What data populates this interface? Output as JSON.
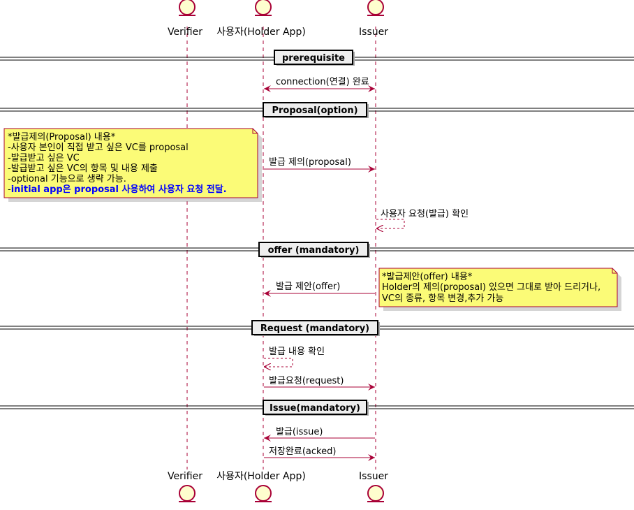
{
  "participants": {
    "verifier": "Verifier",
    "holder": "사용자(Holder App)",
    "issuer": "Issuer"
  },
  "dividers": {
    "prerequisite": "prerequisite",
    "proposal": "Proposal(option)",
    "offer": "offer (mandatory)",
    "request": "Request (mandatory)",
    "issue": "Issue(mandatory)"
  },
  "messages": {
    "connection": "connection(연결) 완료",
    "proposal": "발급 제의(proposal)",
    "request_check": "사용자 요청(발급) 확인",
    "offer": "발급 제안(offer)",
    "content_check": "발급 내용 확인",
    "request": "발급요청(request)",
    "issue": "발급(issue)",
    "acked": "저장완료(acked)"
  },
  "notes": {
    "proposal": {
      "line1": "*발급제의(Proposal) 내용*",
      "line2": "-사용자 본인이 직접 받고 싶은 VC를 proposal",
      "line3": "-발급받고 싶은 VC",
      "line4": "-발급받고 싶은 VC의 항목 및 내용 제출",
      "line5": "-optional 기능으로 생략 가능.",
      "line6_prefix": "-",
      "line6_em": "initial app은 proposal 사용하여 사용자 요청 전달."
    },
    "offer": {
      "line1": "*발급제안(offer) 내용*",
      "line2": "Holder의 제의(proposal) 있으면 그대로 받아 드리거나,",
      "line3": "VC의 종류, 항목 변경,추가 가능"
    }
  },
  "colors": {
    "actor_fill": "#FEFECE",
    "actor_stroke": "#A80036",
    "lifeline": "#A80036",
    "arrow": "#A80036",
    "note_fill": "#FBFB77",
    "divider_fill": "#EEEEEE",
    "emphasis": "#0000FF"
  }
}
